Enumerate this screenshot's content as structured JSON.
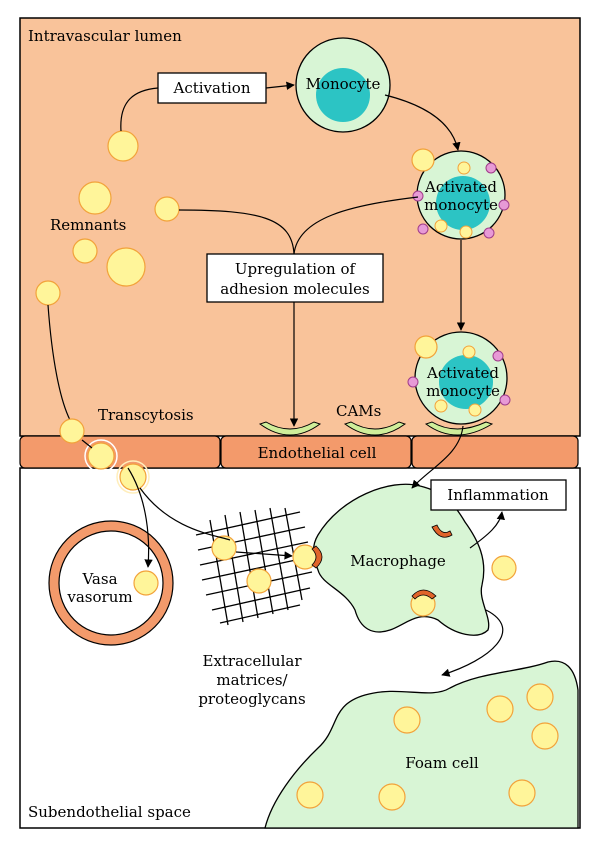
{
  "regions": {
    "lumen": "Intravascular lumen",
    "subendothelial": "Subendothelial space"
  },
  "labels": {
    "activation": "Activation",
    "monocyte": "Monocyte",
    "activated_monocyte_1": "Activated",
    "activated_monocyte_2": "monocyte",
    "remnants": "Remnants",
    "upregulation_1": "Upregulation of",
    "upregulation_2": "adhesion molecules",
    "transcytosis": "Transcytosis",
    "cams": "CAMs",
    "endothelial_cell": "Endothelial cell",
    "inflammation": "Inflammation",
    "macrophage": "Macrophage",
    "vasa_1": "Vasa",
    "vasa_2": "vasorum",
    "ecm_1": "Extracellular",
    "ecm_2": "matrices/",
    "ecm_3": "proteoglycans",
    "foam_cell": "Foam cell"
  },
  "colors": {
    "lumen_fill": "#f9c39a",
    "endothelium_fill": "#f39a6b",
    "cell_fill": "#d8f5d5",
    "nucleus_fill": "#2cc4c4",
    "particle_fill": "#fff59a",
    "particle_stroke": "#f2a23a",
    "receptor_pink": "#e79ad6",
    "receptor_orange": "#e0642a",
    "cam_fill": "#cfee9a"
  }
}
